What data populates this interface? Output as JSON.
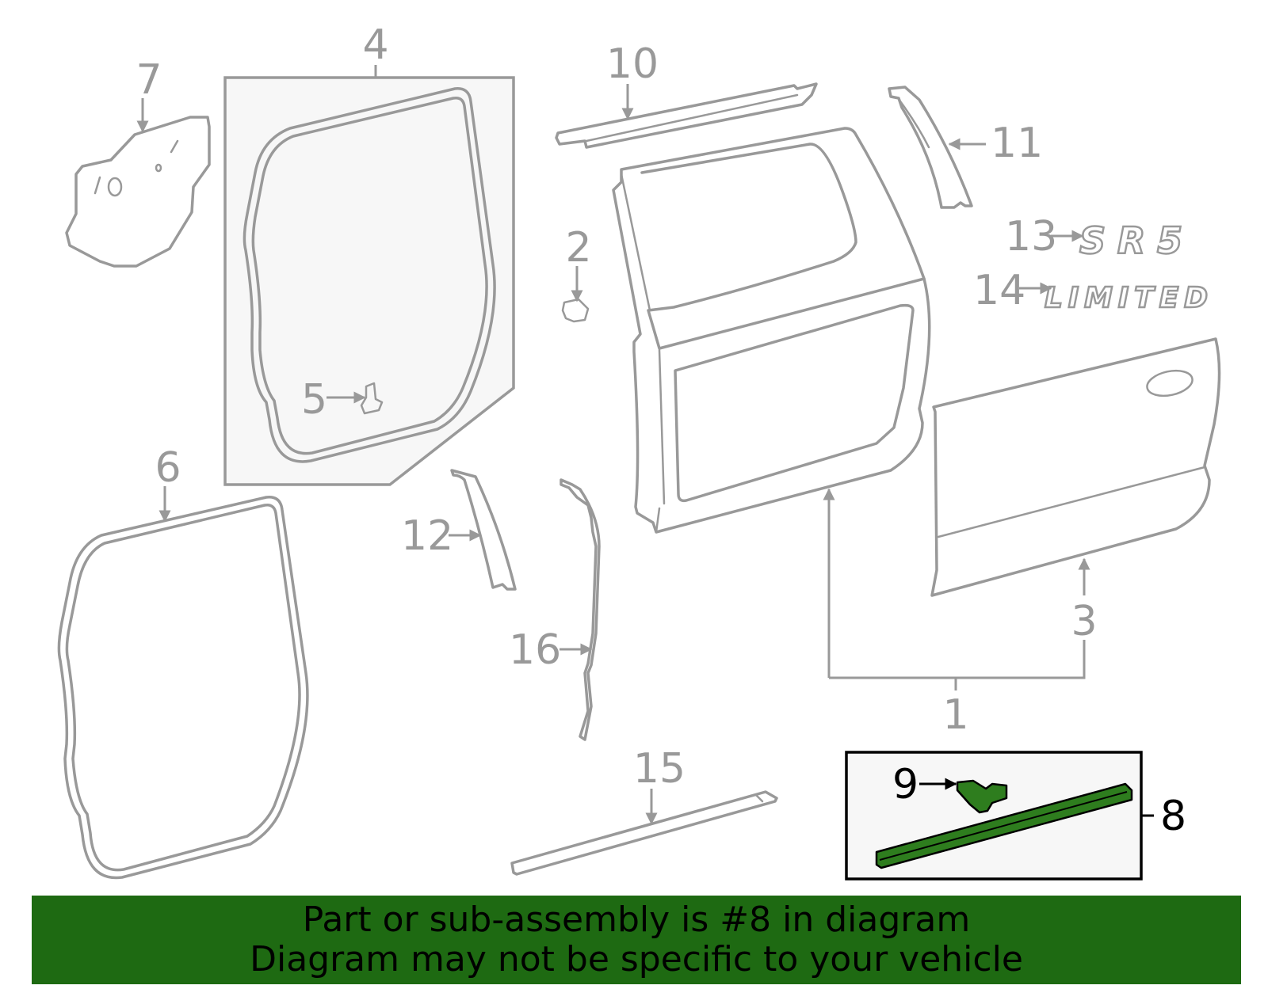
{
  "diagram": {
    "callouts": [
      {
        "id": "1",
        "label": "1",
        "highlighted": false
      },
      {
        "id": "2",
        "label": "2",
        "highlighted": false
      },
      {
        "id": "3",
        "label": "3",
        "highlighted": false
      },
      {
        "id": "4",
        "label": "4",
        "highlighted": false
      },
      {
        "id": "5",
        "label": "5",
        "highlighted": false
      },
      {
        "id": "6",
        "label": "6",
        "highlighted": false
      },
      {
        "id": "7",
        "label": "7",
        "highlighted": false
      },
      {
        "id": "8",
        "label": "8",
        "highlighted": true
      },
      {
        "id": "9",
        "label": "9",
        "highlighted": true
      },
      {
        "id": "10",
        "label": "10",
        "highlighted": false
      },
      {
        "id": "11",
        "label": "11",
        "highlighted": false
      },
      {
        "id": "12",
        "label": "12",
        "highlighted": false
      },
      {
        "id": "13",
        "label": "13",
        "highlighted": false
      },
      {
        "id": "14",
        "label": "14",
        "highlighted": false
      },
      {
        "id": "15",
        "label": "15",
        "highlighted": false
      },
      {
        "id": "16",
        "label": "16",
        "highlighted": false
      }
    ],
    "emblems": {
      "sr5": "SR5",
      "limited": "LIMITED"
    },
    "colors": {
      "part_stroke": "#999999",
      "highlight_fill": "#2e7d1e",
      "banner_bg": "#1e6a12"
    }
  },
  "banner": {
    "line1": "Part or sub-assembly is #8 in diagram",
    "line2": "Diagram may not be specific to your vehicle"
  }
}
